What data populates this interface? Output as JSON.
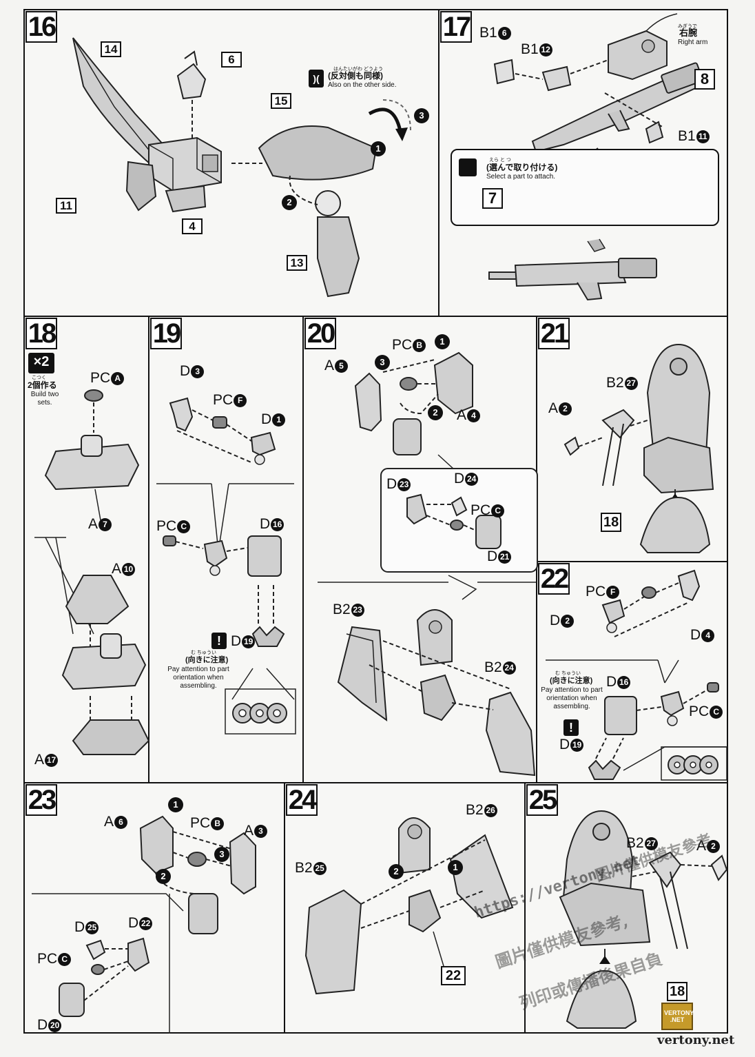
{
  "steps": {
    "s16": {
      "num": "16",
      "parts": [
        "14",
        "6",
        "15",
        "11",
        "4",
        "13"
      ],
      "note_jp": "(反対側も同様)",
      "note_ruby_l": "はんたいがわ",
      "note_ruby_r": "どうよう",
      "note_en": "Also on the other side.",
      "seq": [
        "1",
        "2",
        "3"
      ]
    },
    "s17": {
      "num": "17",
      "labels": {
        "b1a": "B1",
        "b1a_n": "6",
        "b1b": "B1",
        "b1b_n": "12",
        "b1c": "B1",
        "b1c_n": "11"
      },
      "part8": "8",
      "part7": "7",
      "arm_ruby": "みぎうで",
      "arm_jp": "右腕",
      "arm_en": "Right arm",
      "select_jp": "(選んで取り付ける)",
      "select_ruby_a": "えら",
      "select_ruby_b": "と",
      "select_ruby_c": "つ",
      "select_en": "Select a part to attach."
    },
    "s18": {
      "num": "18",
      "badge": "×2",
      "build_jp": "2個作る",
      "build_ruby": "こつく",
      "build_en": "Build two sets.",
      "pc": "PC",
      "pc_n": "A",
      "a7": "A",
      "a7_n": "7",
      "a10": "A",
      "a10_n": "10",
      "a17": "A",
      "a17_n": "17"
    },
    "s19": {
      "num": "19",
      "d3": "D",
      "d3_n": "3",
      "pcf": "PC",
      "pcf_n": "F",
      "d1": "D",
      "d1_n": "1",
      "pcc": "PC",
      "pcc_n": "C",
      "d16": "D",
      "d16_n": "16",
      "d19": "D",
      "d19_n": "19",
      "warn_jp": "(向きに注意)",
      "warn_ruby_l": "む",
      "warn_ruby_r": "ちゅうい",
      "warn_en": "Pay attention to part orientation when assembling."
    },
    "s20": {
      "num": "20",
      "pcb": "PC",
      "pcb_n": "B",
      "a5": "A",
      "a5_n": "5",
      "a4": "A",
      "a4_n": "4",
      "d23": "D",
      "d23_n": "23",
      "d24": "D",
      "d24_n": "24",
      "pcc": "PC",
      "pcc_n": "C",
      "d21": "D",
      "d21_n": "21",
      "b2_23": "B2",
      "b2_23_n": "23",
      "b2_24": "B2",
      "b2_24_n": "24",
      "seq": [
        "1",
        "2",
        "3"
      ]
    },
    "s21": {
      "num": "21",
      "b2": "B2",
      "b2_n": "27",
      "a2": "A",
      "a2_n": "2",
      "part18": "18"
    },
    "s22": {
      "num": "22",
      "pcf": "PC",
      "pcf_n": "F",
      "d2": "D",
      "d2_n": "2",
      "d4": "D",
      "d4_n": "4",
      "d16": "D",
      "d16_n": "16",
      "pcc": "PC",
      "pcc_n": "C",
      "d19": "D",
      "d19_n": "19",
      "warn_jp": "(向きに注意)",
      "warn_ruby_l": "む",
      "warn_ruby_r": "ちゅうい",
      "warn_en": "Pay attention to part orientation when assembling."
    },
    "s23": {
      "num": "23",
      "a6": "A",
      "a6_n": "6",
      "pcb": "PC",
      "pcb_n": "B",
      "a3": "A",
      "a3_n": "3",
      "d25": "D",
      "d25_n": "25",
      "d22": "D",
      "d22_n": "22",
      "pcc": "PC",
      "pcc_n": "C",
      "d20": "D",
      "d20_n": "20",
      "seq": [
        "1",
        "2",
        "3"
      ]
    },
    "s24": {
      "num": "24",
      "b2_26": "B2",
      "b2_26_n": "26",
      "b2_25": "B2",
      "b2_25_n": "25",
      "part22": "22",
      "seq": [
        "1",
        "2"
      ]
    },
    "s25": {
      "num": "25",
      "b2": "B2",
      "b2_n": "27",
      "a2": "A",
      "a2_n": "2",
      "part18": "18"
    }
  },
  "watermark": {
    "url": "https://vertony.net",
    "line1": "图片僅供模友參考",
    "line2": "圖片僅供模友參考,",
    "line3": "列印或傳播後果自負",
    "logo_top": "VERTONY",
    "logo_bottom": ".NET",
    "footer": "vertony.net"
  },
  "colors": {
    "ink": "#111111",
    "part_fill": "#cfcfcf",
    "paper": "#f7f7f5",
    "logo": "#c59a2a"
  }
}
